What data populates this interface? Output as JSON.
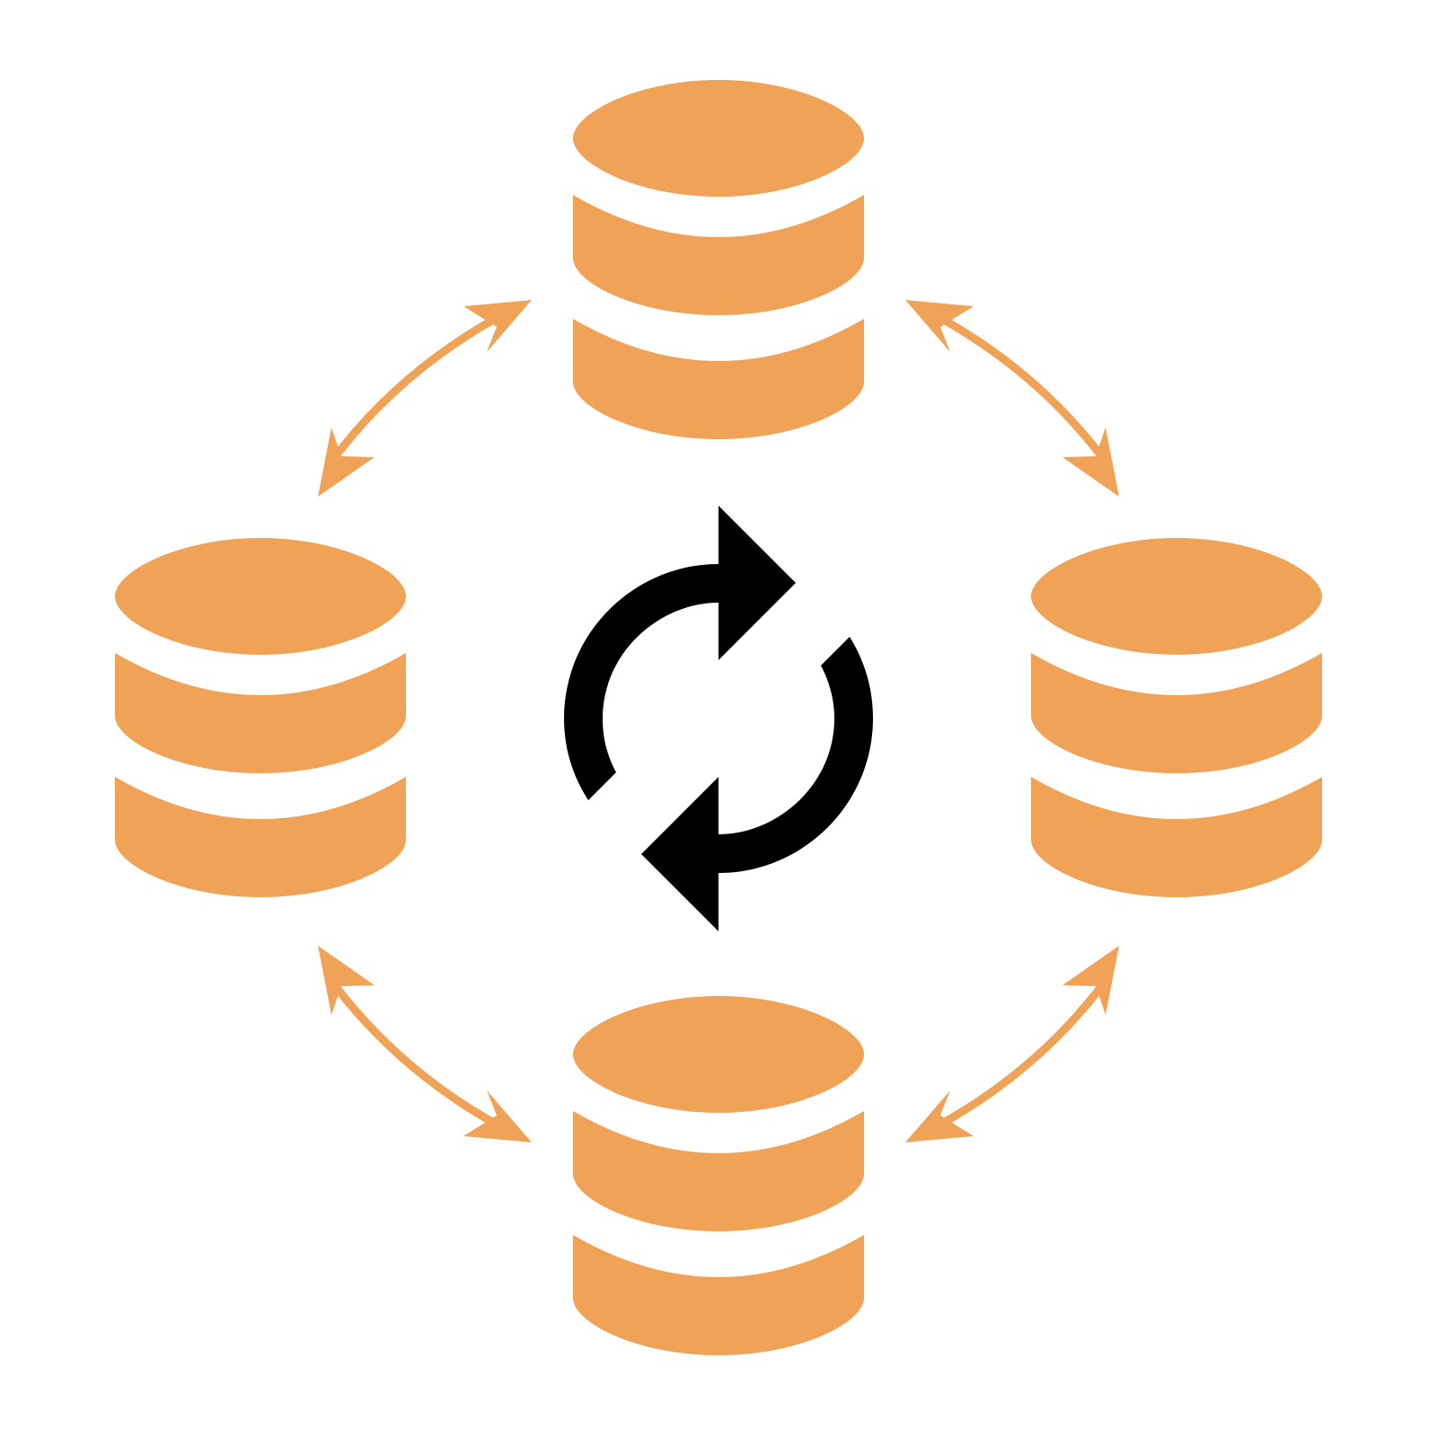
{
  "colors": {
    "database": "#f0a356",
    "arrow": "#f0a356",
    "sync": "#000000",
    "background": "#ffffff"
  },
  "icons": {
    "database": "database-icon",
    "sync": "sync-icon"
  },
  "nodes": [
    {
      "id": "db-top"
    },
    {
      "id": "db-left"
    },
    {
      "id": "db-right"
    },
    {
      "id": "db-bottom"
    }
  ],
  "links": [
    {
      "from": "db-top",
      "to": "db-left",
      "direction": "bidirectional"
    },
    {
      "from": "db-top",
      "to": "db-right",
      "direction": "bidirectional"
    },
    {
      "from": "db-left",
      "to": "db-bottom",
      "direction": "bidirectional"
    },
    {
      "from": "db-right",
      "to": "db-bottom",
      "direction": "bidirectional"
    }
  ]
}
